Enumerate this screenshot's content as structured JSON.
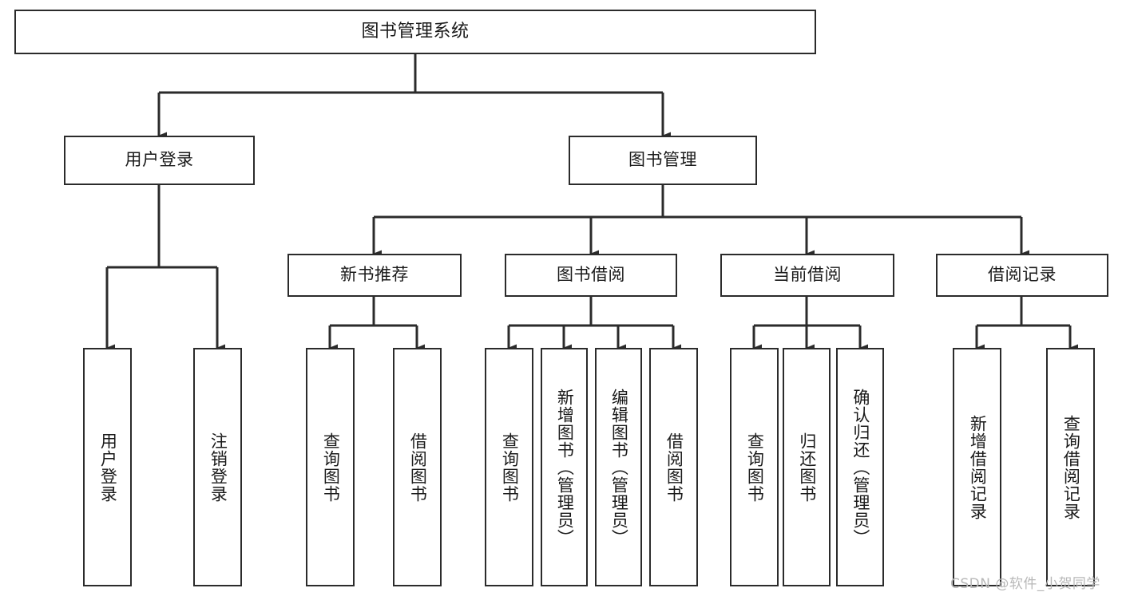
{
  "diagram": {
    "title": "图书管理系统",
    "type": "functional-structure-tree",
    "watermark": "CSDN @软件_小贺同学",
    "colors": {
      "line": "#2b2b2b",
      "box_fill": "#ffffff",
      "text": "#1a1a1a",
      "watermark": "#b8b8b8"
    },
    "root": {
      "label": "图书管理系统"
    },
    "level1": [
      {
        "label": "用户登录"
      },
      {
        "label": "图书管理"
      }
    ],
    "level2": [
      {
        "label": "新书推荐"
      },
      {
        "label": "图书借阅"
      },
      {
        "label": "当前借阅"
      },
      {
        "label": "借阅记录"
      }
    ],
    "leaves": {
      "user_login": [
        {
          "label": "用户登录"
        },
        {
          "label": "注销登录"
        }
      ],
      "new_book_recommend": [
        {
          "label": "查询图书"
        },
        {
          "label": "借阅图书"
        }
      ],
      "book_borrow": [
        {
          "label": "查询图书"
        },
        {
          "label": "新增图书（管理员）"
        },
        {
          "label": "编辑图书（管理员）"
        },
        {
          "label": "借阅图书"
        }
      ],
      "current_borrow": [
        {
          "label": "查询图书"
        },
        {
          "label": "归还图书"
        },
        {
          "label": "确认归还（管理员）"
        }
      ],
      "borrow_record": [
        {
          "label": "新增借阅记录"
        },
        {
          "label": "查询借阅记录"
        }
      ]
    }
  }
}
